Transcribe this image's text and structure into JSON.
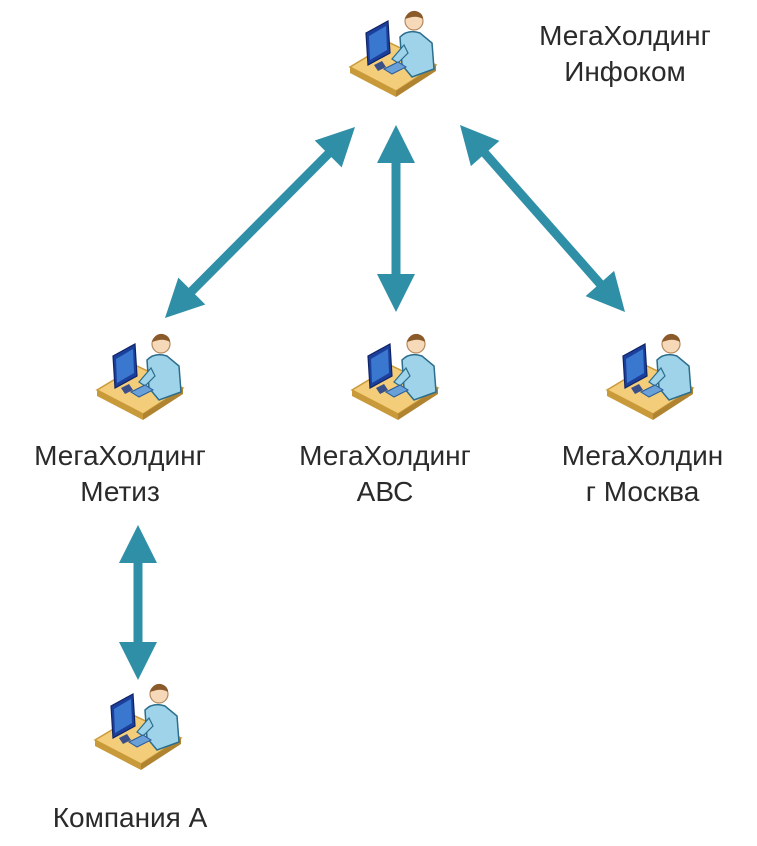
{
  "colors": {
    "arrow": "#2f8fa6",
    "desk_top": "#f3cd7a",
    "desk_edge": "#c99a3a",
    "person_body": "#9fd3ea",
    "person_outline": "#2a6d8c",
    "skin": "#f5d9b8",
    "monitor_dark": "#1d3f9c",
    "monitor_light": "#3a78d0"
  },
  "nodes": [
    {
      "id": "infokom",
      "icon": "workstation-user-icon",
      "line1": "МегаХолдинг",
      "line2": "Инфоком"
    },
    {
      "id": "metiz",
      "icon": "workstation-user-icon",
      "line1": "МегаХолдинг",
      "line2": "Метиз"
    },
    {
      "id": "abc",
      "icon": "workstation-user-icon",
      "line1": "МегаХолдинг",
      "line2": "АВС"
    },
    {
      "id": "moskva",
      "icon": "workstation-user-icon",
      "line1": "МегаХолдин",
      "line2": "г Москва"
    },
    {
      "id": "company-a",
      "icon": "workstation-user-icon",
      "line1": "Компания А",
      "line2": ""
    }
  ],
  "edges": [
    {
      "from": "infokom",
      "to": "metiz",
      "direction": "bidirectional"
    },
    {
      "from": "infokom",
      "to": "abc",
      "direction": "bidirectional"
    },
    {
      "from": "infokom",
      "to": "moskva",
      "direction": "bidirectional"
    },
    {
      "from": "metiz",
      "to": "company-a",
      "direction": "bidirectional"
    }
  ]
}
